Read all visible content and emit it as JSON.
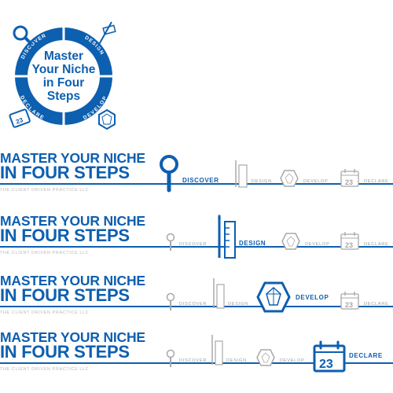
{
  "badge": {
    "title_lines": [
      "Master",
      "Your Niche",
      "in Four",
      "Steps"
    ],
    "ring_labels": [
      "DISCOVER",
      "DESIGN",
      "DEVELOP",
      "DECLARE"
    ],
    "calendar_number": "23"
  },
  "rows": [
    {
      "title_line1": "MASTER YOUR NICHE",
      "title_line2": "IN FOUR STEPS",
      "subtitle": "THE CLIENT DRIVEN PRACTICE LLC",
      "active_step": "DISCOVER",
      "steps": [
        "DISCOVER",
        "DESIGN",
        "DEVELOP",
        "DECLARE"
      ],
      "calendar_number": "23"
    },
    {
      "title_line1": "MASTER YOUR NICHE",
      "title_line2": "IN FOUR STEPS",
      "subtitle": "THE CLIENT DRIVEN PRACTICE LLC",
      "active_step": "DESIGN",
      "steps": [
        "DISCOVER",
        "DESIGN",
        "DEVELOP",
        "DECLARE"
      ],
      "calendar_number": "23"
    },
    {
      "title_line1": "MASTER YOUR NICHE",
      "title_line2": "IN FOUR STEPS",
      "subtitle": "THE CLIENT DRIVEN PRACTICE LLC",
      "active_step": "DEVELOP",
      "steps": [
        "DISCOVER",
        "DESIGN",
        "DEVELOP",
        "DECLARE"
      ],
      "calendar_number": "23"
    },
    {
      "title_line1": "MASTER YOUR NICHE",
      "title_line2": "IN FOUR STEPS",
      "subtitle": "THE CLIENT DRIVEN PRACTICE LLC",
      "active_step": "DECLARE",
      "steps": [
        "DISCOVER",
        "DESIGN",
        "DEVELOP",
        "DECLARE"
      ],
      "calendar_number": "23"
    }
  ],
  "colors": {
    "brand_blue": "#0d5fb0",
    "inactive_gray": "#a8a8a8",
    "subtitle_gray": "#b9b9b9"
  },
  "icons": [
    "magnifier-icon",
    "pencil-ruler-icon",
    "hexagon-gem-icon",
    "calendar-icon"
  ]
}
